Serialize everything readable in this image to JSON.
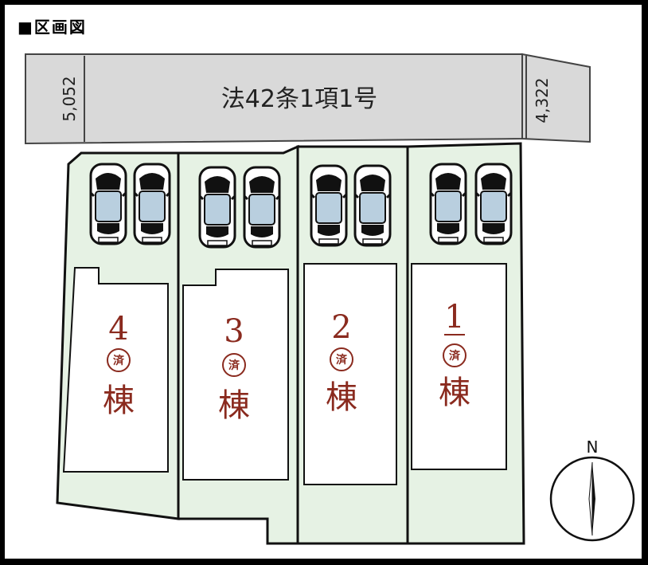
{
  "title": "■区画図",
  "road": {
    "label": "法42条1項1号",
    "width_left": "5,052",
    "width_right": "4,322"
  },
  "lots": [
    {
      "number": "4",
      "status": "済",
      "unit": "棟"
    },
    {
      "number": "3",
      "status": "済",
      "unit": "棟"
    },
    {
      "number": "2",
      "status": "済",
      "unit": "棟"
    },
    {
      "number": "1",
      "status": "済",
      "unit": "棟"
    }
  ],
  "compass": {
    "label": "N",
    "icon": "north-arrow-icon"
  },
  "colors": {
    "lot_fill": "#e6f2e4",
    "road_fill": "#d9d9d9",
    "label_red": "#8a2a1e",
    "car_window": "#b9cfdf"
  }
}
